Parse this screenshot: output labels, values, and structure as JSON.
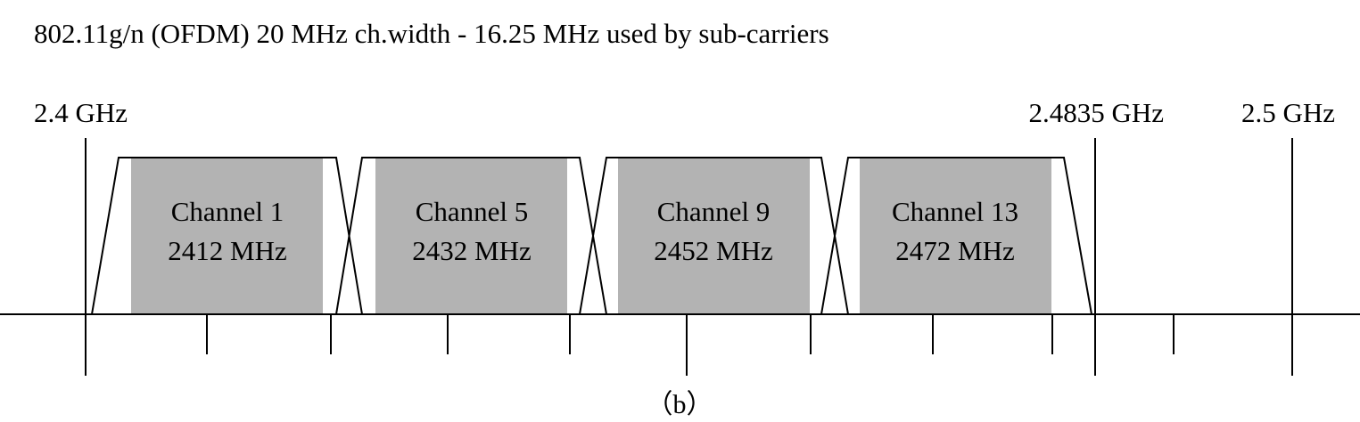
{
  "title": "802.11g/n (OFDM) 20 MHz ch.width - 16.25 MHz used by sub-carriers",
  "boundaries": [
    {
      "label": "2.4 GHz"
    },
    {
      "label": "2.4835 GHz"
    },
    {
      "label": "2.5 GHz"
    }
  ],
  "channels": [
    {
      "name": "Channel 1",
      "freq": "2412 MHz"
    },
    {
      "name": "Channel 5",
      "freq": "2432 MHz"
    },
    {
      "name": "Channel 9",
      "freq": "2452 MHz"
    },
    {
      "name": "Channel 13",
      "freq": "2472 MHz"
    }
  ],
  "caption": "（b）",
  "colors": {
    "subcarrier_fill": "#b3b3b3",
    "line": "#000000",
    "background": "#ffffff"
  }
}
